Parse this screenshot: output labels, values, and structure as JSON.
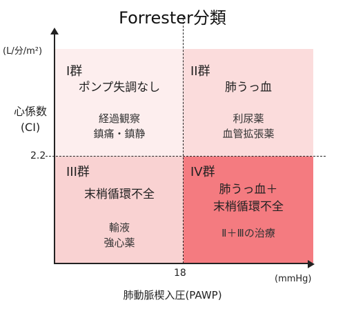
{
  "title": "Forrester分類",
  "y_axis": {
    "unit": "(L/分/m²)",
    "label_line1": "心係数",
    "label_line2": "(CI)",
    "tick": "2.2"
  },
  "x_axis": {
    "unit": "(mmHg)",
    "label": "肺動脈楔入圧(PAWP)",
    "tick": "18"
  },
  "quadrants": [
    {
      "name": "I群",
      "state_line1": "ポンプ失調なし",
      "state_line2": "",
      "treatment_line1": "経過観察",
      "treatment_line2": "鎮痛・鎮静",
      "color": "#fdeeee"
    },
    {
      "name": "II群",
      "state_line1": "肺うっ血",
      "state_line2": "",
      "treatment_line1": "利尿薬",
      "treatment_line2": "血管拡張薬",
      "color": "#fbdcdc"
    },
    {
      "name": "III群",
      "state_line1": "末梢循環不全",
      "state_line2": "",
      "treatment_line1": "輸液",
      "treatment_line2": "強心薬",
      "color": "#f9d2d2"
    },
    {
      "name": "IV群",
      "state_line1": "肺うっ血＋",
      "state_line2": "末梢循環不全",
      "treatment_line1": "Ⅱ＋Ⅲの治療",
      "treatment_line2": "",
      "color": "#f47b80"
    }
  ]
}
